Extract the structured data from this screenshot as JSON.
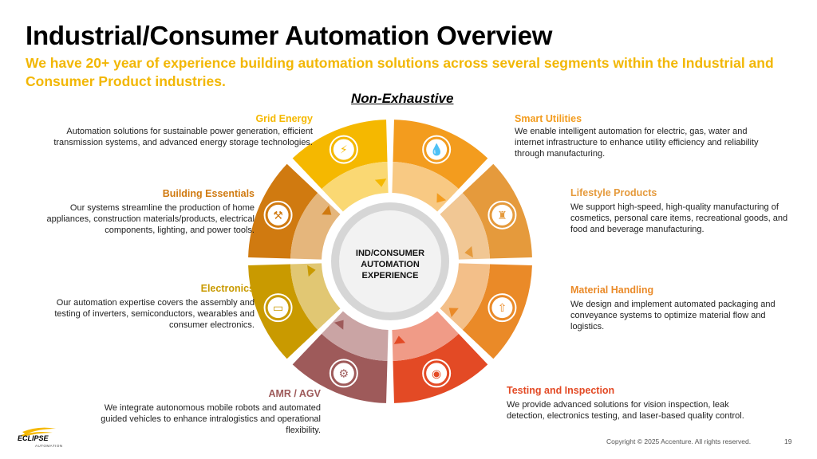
{
  "header": {
    "title": "Industrial/Consumer Automation Overview",
    "subtitle": "We have 20+ year of experience building automation solutions across several segments within the Industrial and Consumer Product industries.",
    "tag": "Non-Exhaustive"
  },
  "center": {
    "line1": "IND/CONSUMER",
    "line2": "AUTOMATION",
    "line3": "EXPERIENCE"
  },
  "segments": [
    {
      "title": "Grid Energy",
      "desc": "Automation solutions for sustainable power generation, efficient transmission systems, and advanced energy storage technologies.",
      "color": "#f5b800",
      "icon": "lightning-icon"
    },
    {
      "title": "Smart Utilities",
      "desc": "We enable intelligent automation for electric, gas, water and internet infrastructure to enhance utility efficiency and reliability through manufacturing.",
      "color": "#f39c1e",
      "icon": "water-drop-icon"
    },
    {
      "title": "Lifestyle Products",
      "desc": "We support high-speed, high-quality manufacturing of cosmetics, personal care items, recreational goods, and food and beverage manufacturing.",
      "color": "#e59a3c",
      "icon": "cosmetics-icon"
    },
    {
      "title": "Material Handling",
      "desc": "We design and implement automated packaging and conveyance systems to optimize material flow and logistics.",
      "color": "#ea8a28",
      "icon": "package-icon"
    },
    {
      "title": "Testing and Inspection",
      "desc": "We provide advanced solutions for vision inspection, leak detection, electronics testing, and laser-based quality control.",
      "color": "#e34a25",
      "icon": "eye-icon"
    },
    {
      "title": "AMR / AGV",
      "desc": "We integrate autonomous mobile robots and automated guided vehicles to enhance intralogistics and operational flexibility.",
      "color": "#9e5a5a",
      "icon": "robot-arm-icon"
    },
    {
      "title": "Electronics",
      "desc": "Our automation expertise covers the assembly and testing of inverters, semiconductors, wearables and consumer electronics.",
      "color": "#c99a00",
      "icon": "battery-icon"
    },
    {
      "title": "Building Essentials",
      "desc": "Our systems streamline the production of home appliances, construction materials/products, electrical components, lighting, and power tools.",
      "color": "#d07a10",
      "icon": "tools-icon"
    }
  ],
  "footer": {
    "copyright": "Copyright © 2025 Accenture. All rights reserved.",
    "page": "19",
    "logo": "ECLIPSE",
    "logo_sub": "AUTOMATION"
  }
}
